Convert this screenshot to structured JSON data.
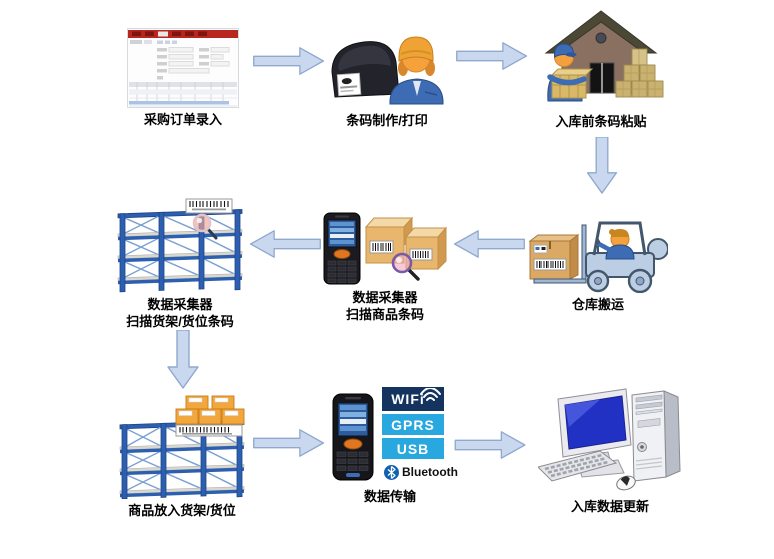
{
  "diagram": {
    "title_hint": "warehouse inbound barcode workflow",
    "stations": [
      {
        "id": "purchase-order-entry",
        "label": "采购订单录入"
      },
      {
        "id": "barcode-print",
        "label": "条码制作/打印"
      },
      {
        "id": "pre-inbound-labeling",
        "label": "入库前条码粘贴"
      },
      {
        "id": "warehouse-transport",
        "label": "仓库搬运"
      },
      {
        "id": "scan-goods-barcode",
        "label": "数据采集器",
        "label2": "扫描商品条码"
      },
      {
        "id": "scan-shelf-barcode",
        "label": "数据采集器",
        "label2": "扫描货架/货位条码"
      },
      {
        "id": "putaway-goods",
        "label": "商品放入货架/货位"
      },
      {
        "id": "data-transfer",
        "label": "数据传输"
      },
      {
        "id": "inbound-data-update",
        "label": "入库数据更新"
      }
    ],
    "badges": {
      "wifi": "WIFi",
      "gprs": "GPRS",
      "usb": "USB",
      "bluetooth": "Bluetooth"
    },
    "colors": {
      "arrow_fill": "#c9d8ef",
      "arrow_stroke": "#8ea9cd",
      "shelf_blue": "#2c5fb0",
      "box_tan": "#e8b76d",
      "box_orange": "#f2a73e",
      "house_wall": "#8a7060",
      "house_roof": "#4c4836",
      "badge_navy": "#14335e",
      "badge_cyan": "#29a8e0",
      "screen_blue": "#2131c4",
      "form_toolbar_red": "#b7271f",
      "uniform_blue": "#3d6cb4",
      "skin_orange": "#f2a13c"
    }
  }
}
